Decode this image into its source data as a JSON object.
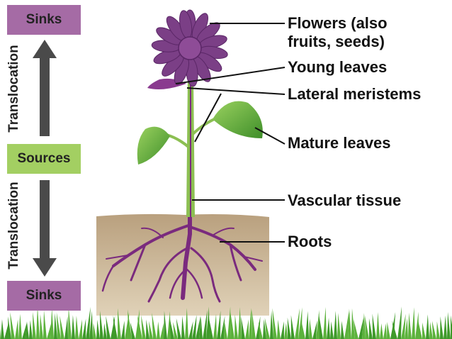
{
  "left_panel": {
    "top_box": "Sinks",
    "middle_box": "Sources",
    "bottom_box": "Sinks",
    "upper_arrow_label": "Translocation",
    "lower_arrow_label": "Translocation"
  },
  "labels": {
    "flowers_line1": "Flowers (also",
    "flowers_line2": "fruits, seeds)",
    "young_leaves": "Young leaves",
    "lateral_meristems": "Lateral meristems",
    "mature_leaves": "Mature leaves",
    "vascular_tissue": "Vascular tissue",
    "roots": "Roots"
  },
  "colors": {
    "sinks_box": "#a56ba5",
    "sources_box": "#a3cf62",
    "flower": "#7b3f86",
    "stem": "#8cbf52",
    "leaf": "#6db33f",
    "root": "#7a2a7e",
    "soil": "#cdb595",
    "grass": "#3f9a2a"
  }
}
